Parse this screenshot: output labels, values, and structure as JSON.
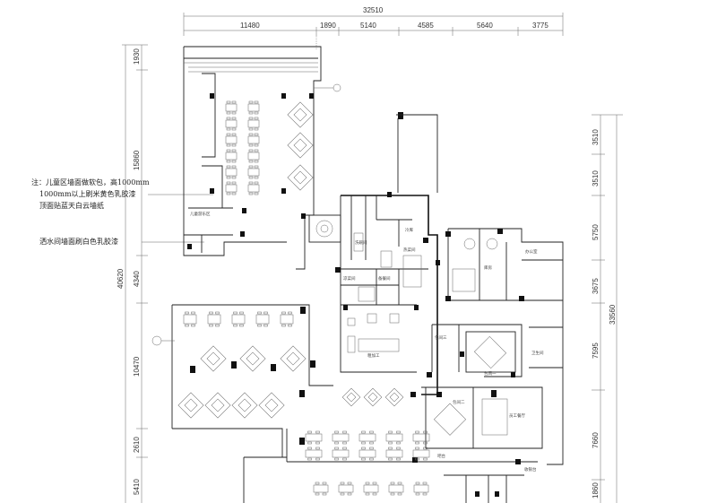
{
  "dimensions": {
    "top_total": "32510",
    "top_segments": [
      "11480",
      "1890",
      "5140",
      "4585",
      "5640",
      "3775"
    ],
    "left_total": "40620",
    "left_segments": [
      "1930",
      "15860",
      "4340",
      "10470",
      "2610",
      "5410"
    ],
    "right_total": "33560",
    "right_segments": [
      "3510",
      "3510",
      "5750",
      "3675",
      "7595",
      "7660",
      "1860"
    ]
  },
  "notes": {
    "note1_line1": "注：儿童区墙面做软包，高1000mm",
    "note1_line2": "1000mm以上刷米黄色乳胶漆",
    "note1_line3": "顶面贴蓝天白云墙纸",
    "note2": "洒水间墙面刷白色乳胶漆"
  },
  "rooms": {
    "kitchen_a": "洗碗间",
    "kitchen_b": "备餐间",
    "kitchen_c": "凉菜间",
    "kitchen_d": "热菜间",
    "kitchen_e": "粗加工",
    "kitchen_f": "冷库",
    "pr_1": "包间一",
    "pr_2": "包间二",
    "pr_3": "包间三",
    "staff": "员工餐厅",
    "office": "办公室",
    "store": "库房",
    "toilet": "卫生间",
    "kids": "儿童游乐区",
    "bar": "吧台",
    "cashier": "收银台"
  }
}
